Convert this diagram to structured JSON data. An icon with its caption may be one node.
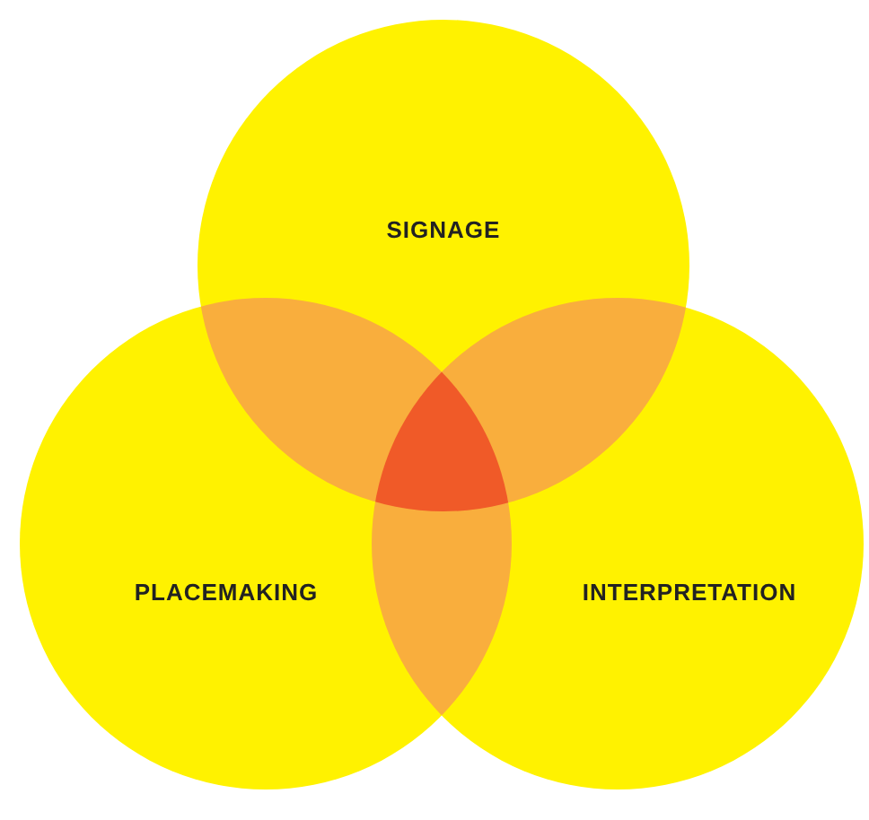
{
  "diagram": {
    "nodes": [
      {
        "text": [
          "SIGNAGE"
        ]
      },
      {
        "text": [
          "PLACEMAKING"
        ]
      },
      {
        "text": [
          "INTERPRETATION"
        ]
      }
    ]
  }
}
